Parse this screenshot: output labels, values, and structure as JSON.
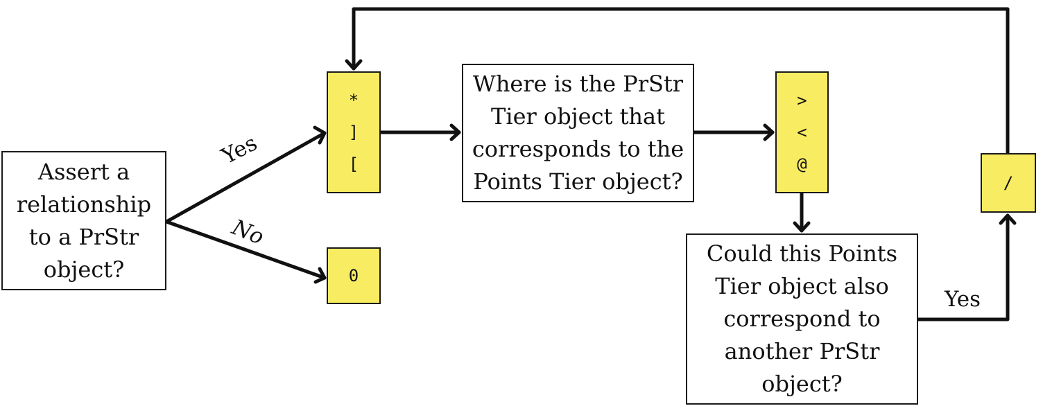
{
  "diagram": {
    "nodes": {
      "assert": {
        "lines": [
          "Assert a",
          "relationship",
          "to a PrStr",
          "object?"
        ]
      },
      "where": {
        "lines": [
          "Where is the PrStr",
          "Tier object that",
          "corresponds to the",
          "Points Tier object?"
        ]
      },
      "could": {
        "lines": [
          "Could this Points",
          "Tier object also",
          "correspond to",
          "another PrStr",
          "object?"
        ]
      }
    },
    "codes": {
      "star_group": [
        "*",
        "]",
        "["
      ],
      "zero": [
        "0"
      ],
      "gt_group": [
        ">",
        "<",
        "@"
      ],
      "slash": [
        "/"
      ]
    },
    "edge_labels": {
      "yes_upper": "Yes",
      "no": "No",
      "yes_lower": "Yes"
    },
    "colors": {
      "code_fill": "#f8ed62",
      "stroke": "#1a1a1a",
      "box_fill": "#ffffff"
    }
  }
}
